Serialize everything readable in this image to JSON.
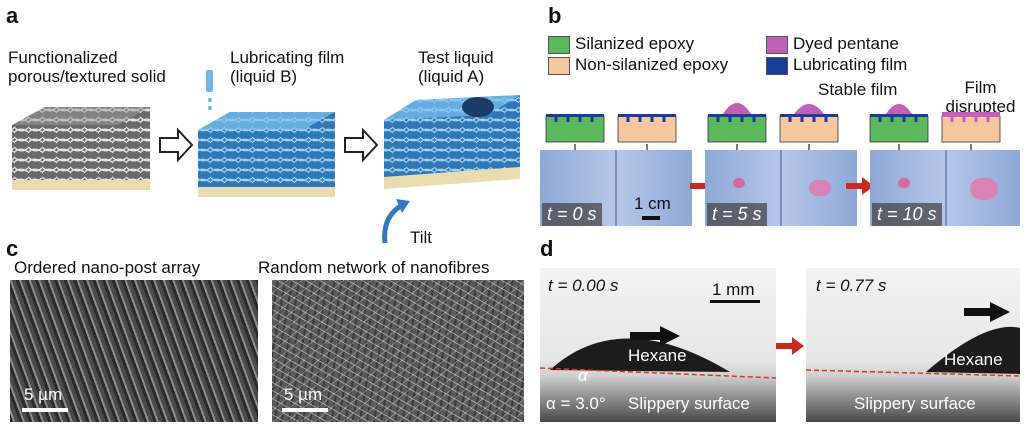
{
  "panel_a": {
    "label": "a",
    "step1": "Functionalized porous/textured solid",
    "step2": "Lubricating film (liquid B)",
    "step3": "Test liquid (liquid A)",
    "tilt": "Tilt"
  },
  "panel_b": {
    "label": "b",
    "legend": {
      "silanized": "Silanized epoxy",
      "non_silanized": "Non-silanized epoxy",
      "dyed_pentane": "Dyed pentane",
      "lubricating_film": "Lubricating film"
    },
    "stable_film": "Stable film",
    "film_disrupted": "Film disrupted",
    "times": [
      "t = 0 s",
      "t = 5 s",
      "t = 10 s"
    ],
    "scale": "1 cm",
    "colors": {
      "silanized": "#5cb85c",
      "non_silanized": "#f6c79e",
      "pentane": "#c060b8",
      "film": "#1a3d9c",
      "arrow": "#d0281e"
    }
  },
  "panel_c": {
    "label": "c",
    "left_title": "Ordered nano-post array",
    "right_title": "Random network of nanofibres",
    "scale_left": "5 µm",
    "scale_right": "5 µm"
  },
  "panel_d": {
    "label": "d",
    "time_left": "t = 0.00 s",
    "time_right": "t = 0.77 s",
    "scale": "1 mm",
    "hexane_left": "Hexane",
    "hexane_right": "Hexane",
    "surface_left": "Slippery surface",
    "surface_right": "Slippery surface",
    "alpha_symbol": "α",
    "alpha_value": "α = 3.0°"
  }
}
